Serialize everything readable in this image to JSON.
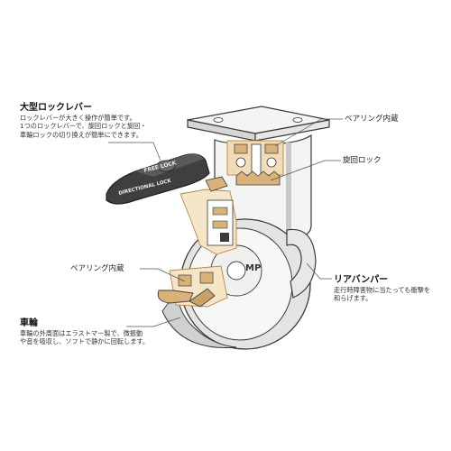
{
  "callouts": {
    "lock_lever": {
      "title": "大型ロックレバー",
      "lines": [
        "ロックレバーが大きく操作が簡単です。",
        "1つのロックレバーで、旋回ロックと旋回・",
        "車輪ロックの切り換えが簡単にできます。"
      ]
    },
    "bearing_top": {
      "title": "ベアリング内蔵"
    },
    "swivel_lock": {
      "title": "旋回ロック"
    },
    "bearing_left": {
      "title": "ベアリング内蔵"
    },
    "rear_bumper": {
      "title": "リアバンパー",
      "lines": [
        "走行時障害物に当たっても衝撃を",
        "和らげます。"
      ]
    },
    "wheel": {
      "title": "車輪",
      "lines": [
        "車輪の外周面はエラストマー製で、微振動",
        "や音を吸収し、ソフトで静かに回転します。"
      ]
    }
  },
  "lever_texts": [
    "FREE LOCK",
    "DIRECTIONAL LOCK"
  ],
  "brand_mark": "MP",
  "colors": {
    "outline": "#3a3a3a",
    "body": "#f4f4f2",
    "shade": "#d6d6d4",
    "internal": "#d9b27a",
    "internal_dark": "#b5874a"
  }
}
